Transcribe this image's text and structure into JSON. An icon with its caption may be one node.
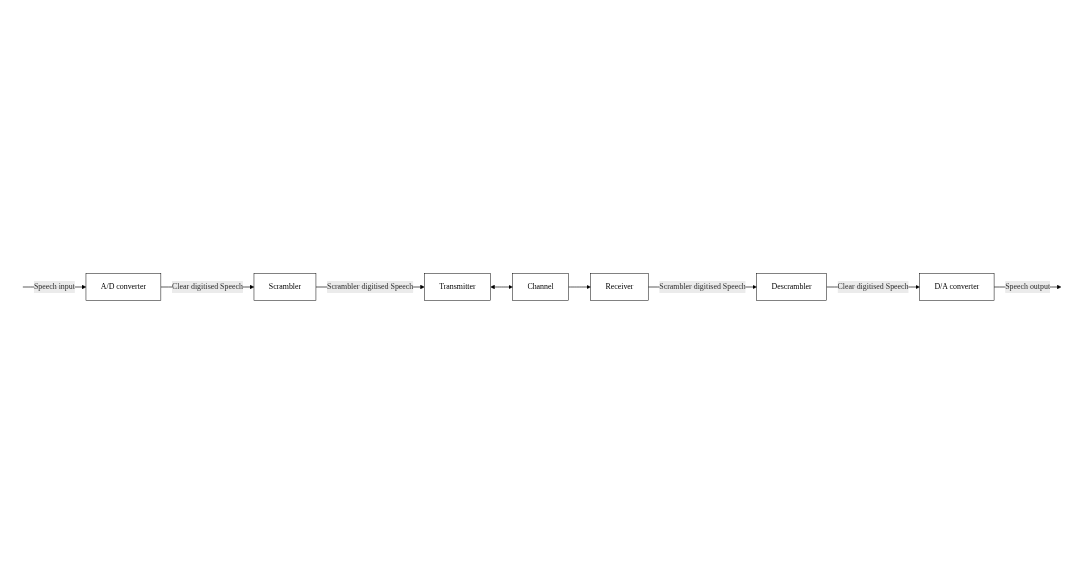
{
  "diagram": {
    "nodes": [
      {
        "text": [
          "A/D converter"
        ]
      },
      {
        "text": [
          "Scrambler"
        ]
      },
      {
        "text": [
          "Transmitter"
        ]
      },
      {
        "text": [
          "Channel"
        ]
      },
      {
        "text": [
          "Receiver"
        ]
      },
      {
        "text": [
          "Descrambler"
        ]
      },
      {
        "text": [
          "D/A converter"
        ]
      }
    ],
    "edges": [
      {
        "from": null,
        "to": 0,
        "arrow": "to",
        "label": "Speech input"
      },
      {
        "from": 0,
        "to": 1,
        "arrow": "to",
        "label": "Clear digitised Speech"
      },
      {
        "from": 1,
        "to": 2,
        "arrow": "to",
        "label": "Scrambler digitised Speech"
      },
      {
        "from": 2,
        "to": 3,
        "arrow": "both"
      },
      {
        "from": 3,
        "to": 4,
        "arrow": "to"
      },
      {
        "from": 4,
        "to": 5,
        "arrow": "to",
        "label": "Scrambler digitised Speech"
      },
      {
        "from": 5,
        "to": 6,
        "arrow": "to",
        "label": "Clear digitised Speech"
      },
      {
        "from": 6,
        "to": null,
        "arrow": "to",
        "label": "Speech output"
      }
    ]
  }
}
